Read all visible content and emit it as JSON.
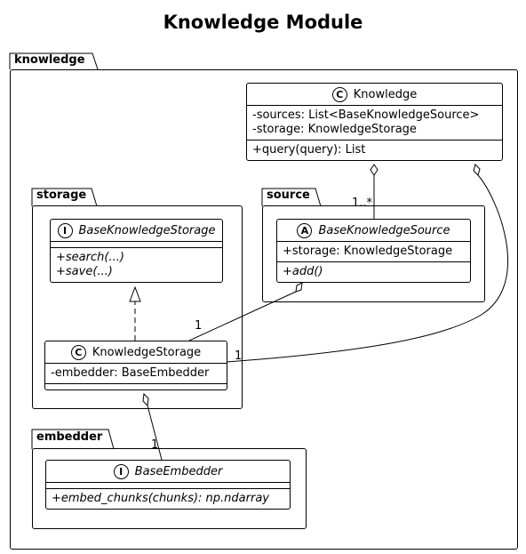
{
  "title": "Knowledge Module",
  "packages": {
    "knowledge": "knowledge",
    "storage": "storage",
    "source": "source",
    "embedder": "embedder"
  },
  "classes": {
    "knowledge": {
      "stereotype": "C",
      "name": "Knowledge",
      "attributes": [
        "-sources: List<BaseKnowledgeSource>",
        "-storage: KnowledgeStorage"
      ],
      "methods": [
        "+query(query): List"
      ]
    },
    "base_knowledge_storage": {
      "stereotype": "I",
      "name": "BaseKnowledgeStorage",
      "methods": [
        "+search(...)",
        "+save(...)"
      ]
    },
    "base_knowledge_source": {
      "stereotype": "A",
      "name": "BaseKnowledgeSource",
      "attributes": [
        "+storage: KnowledgeStorage"
      ],
      "methods": [
        "+add()"
      ]
    },
    "knowledge_storage": {
      "stereotype": "C",
      "name": "KnowledgeStorage",
      "attributes": [
        "-embedder: BaseEmbedder"
      ]
    },
    "base_embedder": {
      "stereotype": "I",
      "name": "BaseEmbedder",
      "methods": [
        "+embed_chunks(chunks): np.ndarray"
      ]
    }
  },
  "multiplicities": {
    "sources": "1..*",
    "source_storage": "1",
    "knowledge_storage": "1",
    "embedder": "1"
  }
}
